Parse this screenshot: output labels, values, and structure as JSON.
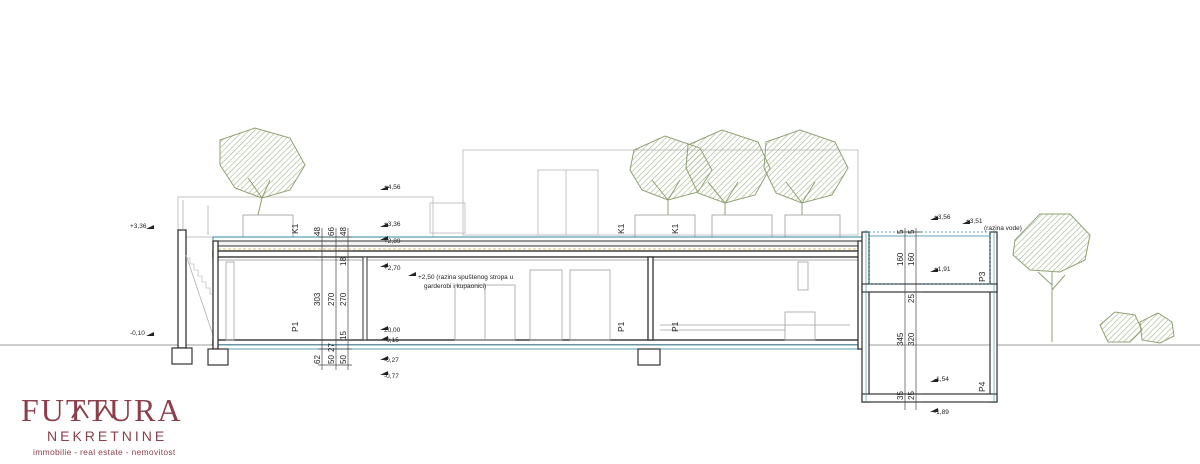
{
  "section": {
    "levels": {
      "l456": "+4,56",
      "l336": "+3,36",
      "l336left": "+3,36",
      "l289": "+2,89",
      "l270": "+2,70",
      "l250": "+2,50 (razina spuštenog stropa u",
      "l250b": "garderobi i kupaonici)",
      "l000": "±0,00",
      "l015": "-0,15",
      "l010": "-0,10",
      "l027": "-0,27",
      "l077": "-0,77",
      "l356": "+3,56",
      "l351": "+3,51",
      "l351note": "(razina vode)",
      "l191": "+1,91",
      "l154": "-1,54",
      "l189": "-1,89"
    },
    "dims": {
      "d48a": "48",
      "d66": "66",
      "d48b": "48",
      "d18": "18",
      "d303": "303",
      "d270a": "270",
      "d270b": "270",
      "d15": "15",
      "d27": "27",
      "d62": "62",
      "d50a": "50",
      "d50b": "50",
      "d160a": "160",
      "d160b": "160",
      "d5a": "5",
      "d5b": "5",
      "d25": "25",
      "d345": "345",
      "d320": "320",
      "d35": "35",
      "d25b": "25"
    },
    "tags": {
      "k1a": "K1",
      "k1b": "K1",
      "k1c": "K1",
      "p1a": "P1",
      "p1b": "P1",
      "p1c": "P1",
      "p3": "P3",
      "p4": "P4"
    },
    "colors": {
      "line": "#3a3a3a",
      "tree": "#9caf7e",
      "pool": "#2e8aa8",
      "logo": "#8c3f4a"
    }
  },
  "logo": {
    "word1": "FUTTURA",
    "word2": "NEKRETNINE",
    "tagline": "immobilie - real estate - nemovitost"
  }
}
